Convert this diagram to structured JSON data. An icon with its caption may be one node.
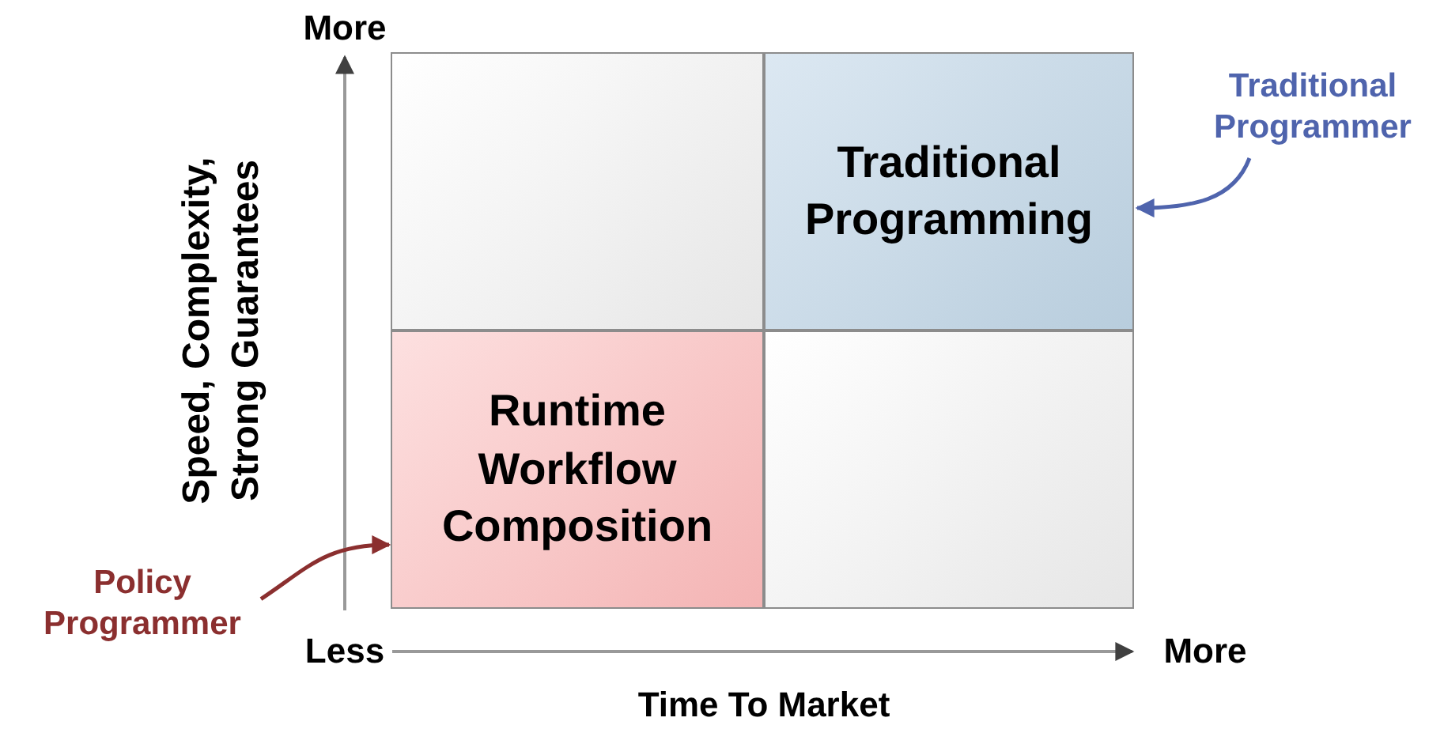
{
  "diagram": {
    "nodes": [
      {
        "text": [],
        "shape": "box"
      },
      {
        "text": [
          "Traditional Programming"
        ]
      },
      {
        "text": [
          "Traditional Programmer"
        ]
      },
      {
        "text": [
          "Runtime Workflow Composition"
        ]
      },
      {
        "text": [],
        "shape": "box"
      },
      {
        "text": [
          "Policy Programmer"
        ]
      }
    ],
    "edges": [
      {
        "from": 2,
        "to": 1,
        "arrow": "to",
        "color": "#4f64ad"
      },
      {
        "from": 5,
        "to": 3,
        "arrow": "to",
        "color": "#8b2f2f"
      }
    ],
    "labels": [
      "More",
      "Speed, Complexity, Strong Guarantees",
      "Less",
      "More",
      "Time To Market"
    ]
  }
}
